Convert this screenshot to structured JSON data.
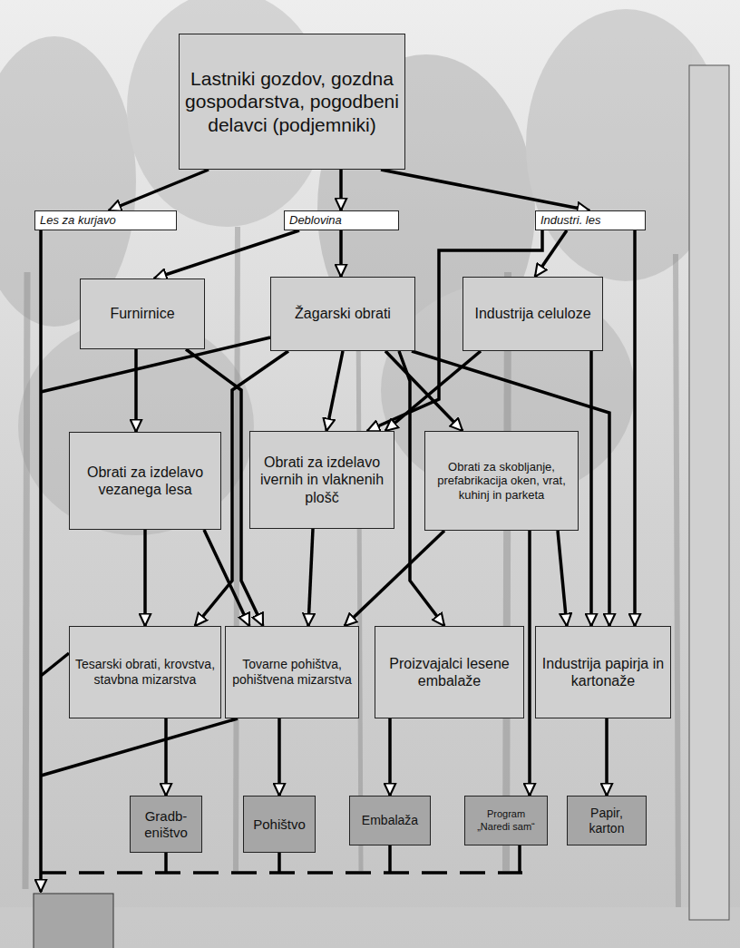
{
  "diagram": {
    "nodes": [
      {
        "text": [
          "Lastniki gozdov, gozdna gospodarstva, pogodbeni delavci (podjemniki)"
        ]
      },
      {
        "text": [
          "Les za kurjavo"
        ]
      },
      {
        "text": [
          "Deblovina"
        ]
      },
      {
        "text": [
          "Industri. les"
        ]
      },
      {
        "text": [
          "Furnirnice"
        ]
      },
      {
        "text": [
          "Žagarski obrati"
        ]
      },
      {
        "text": [
          "Industrija celuloze"
        ]
      },
      {
        "text": [
          "Obrati za izdelavo vezanega lesa"
        ]
      },
      {
        "text": [
          "Obrati za izdelavo ivernih in vlaknenih plošč"
        ]
      },
      {
        "text": [
          "Obrati za skobljanje, prefabrikacija oken, vrat, kuhinj in parketa"
        ]
      },
      {
        "text": [
          "Tesarski obrati, krovstva, stavbna mizarstva"
        ]
      },
      {
        "text": [
          "Tovarne pohištva, pohištvena mizarstva"
        ]
      },
      {
        "text": [
          "Proizvajalci lesene embalaže"
        ]
      },
      {
        "text": [
          "Industrija papirja in kartonaže"
        ]
      },
      {
        "text": [
          "Gradb- eništvo"
        ]
      },
      {
        "text": [
          "Pohištvo"
        ]
      },
      {
        "text": [
          "Embalaža"
        ]
      },
      {
        "text": [
          "Program „Naredi sam“"
        ]
      },
      {
        "text": [
          "Papir, karton"
        ]
      }
    ],
    "edges": [
      {
        "from": 0,
        "to": 1,
        "arrow": "to"
      },
      {
        "from": 0,
        "to": 2,
        "arrow": "to"
      },
      {
        "from": 0,
        "to": 3,
        "arrow": "to"
      },
      {
        "from": 2,
        "to": 4,
        "arrow": "to"
      },
      {
        "from": 2,
        "to": 5,
        "arrow": "to"
      },
      {
        "from": 3,
        "to": 6,
        "arrow": "to"
      },
      {
        "from": 3,
        "to": 8,
        "arrow": "to"
      },
      {
        "from": 3,
        "to": 13,
        "arrow": "to"
      },
      {
        "from": 4,
        "to": 7,
        "arrow": "to"
      },
      {
        "from": 4,
        "to": 11,
        "arrow": "to"
      },
      {
        "from": 5,
        "to": 10,
        "arrow": "to"
      },
      {
        "from": 5,
        "to": 8,
        "arrow": "to"
      },
      {
        "from": 5,
        "to": 9,
        "arrow": "to"
      },
      {
        "from": 5,
        "to": 12,
        "arrow": "to"
      },
      {
        "from": 5,
        "to": 13,
        "arrow": "to"
      },
      {
        "from": 6,
        "to": 8,
        "arrow": "to"
      },
      {
        "from": 6,
        "to": 13,
        "arrow": "to"
      },
      {
        "from": 7,
        "to": 10,
        "arrow": "to"
      },
      {
        "from": 7,
        "to": 11,
        "arrow": "to"
      },
      {
        "from": 8,
        "to": 11,
        "arrow": "to"
      },
      {
        "from": 9,
        "to": 11,
        "arrow": "to"
      },
      {
        "from": 9,
        "to": 13,
        "arrow": "to"
      },
      {
        "from": 9,
        "to": 17,
        "arrow": "to"
      },
      {
        "from": 10,
        "to": 14,
        "arrow": "to"
      },
      {
        "from": 11,
        "to": 15,
        "arrow": "to"
      },
      {
        "from": 12,
        "to": 16,
        "arrow": "to"
      },
      {
        "from": 13,
        "to": 18,
        "arrow": "to"
      }
    ]
  }
}
